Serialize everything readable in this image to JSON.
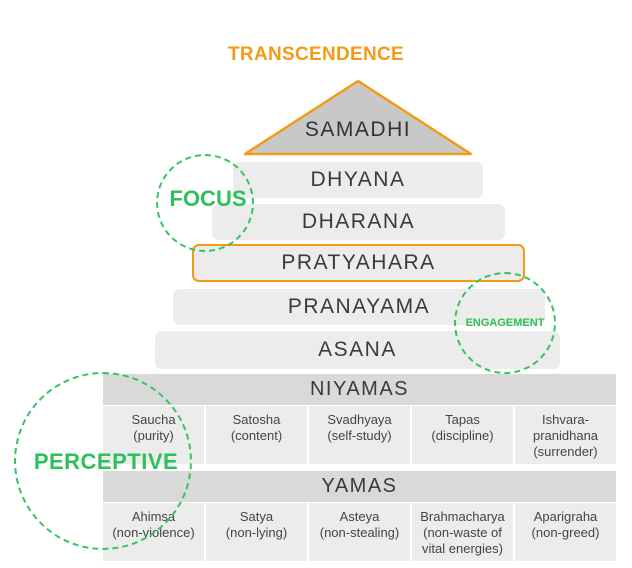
{
  "title": "TRANSCENDENCE",
  "levels": {
    "samadhi": "SAMADHI",
    "dhyana": "DHYANA",
    "dharana": "DHARANA",
    "pratyahara": "PRATYAHARA",
    "pranayama": "PRANAYAMA",
    "asana": "ASANA"
  },
  "niyamas": {
    "heading": "NIYAMAS",
    "items": [
      {
        "name": "Saucha",
        "desc": "(purity)"
      },
      {
        "name": "Satosha",
        "desc": "(content)"
      },
      {
        "name": "Svadhyaya",
        "desc": "(self-study)"
      },
      {
        "name": "Tapas",
        "desc": "(discipline)"
      },
      {
        "name": "Ishvara-\npranidhana",
        "desc": "(surrender)"
      }
    ]
  },
  "yamas": {
    "heading": "YAMAS",
    "items": [
      {
        "name": "Ahimsa",
        "desc": "(non-violence)"
      },
      {
        "name": "Satya",
        "desc": "(non-lying)"
      },
      {
        "name": "Asteya",
        "desc": "(non-stealing)"
      },
      {
        "name": "Brahmacharya",
        "desc": "(non-waste of\nvital energies)"
      },
      {
        "name": "Aparigraha",
        "desc": "(non-greed)"
      }
    ]
  },
  "groups": {
    "focus": "FOCUS",
    "engagement": "ENGAGEMENT",
    "perceptive": "PERCEPTIVE"
  },
  "colors": {
    "accent_orange": "#F39A17",
    "accent_green": "#35C463",
    "level_fill": "#ECECEC",
    "bar_fill": "#D9D9D9",
    "apex_fill": "#C8C8C8"
  }
}
